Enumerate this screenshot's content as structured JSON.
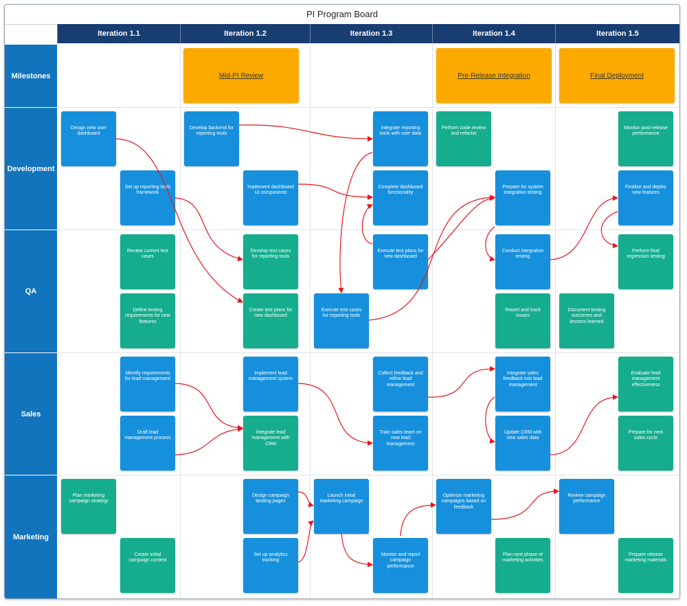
{
  "board": {
    "title": "PI Program Board",
    "iterations": [
      "Iteration 1.1",
      "Iteration 1.2",
      "Iteration 1.3",
      "Iteration 1.4",
      "Iteration 1.5"
    ],
    "lanes": [
      "Milestones",
      "Development",
      "QA",
      "Sales",
      "Marketing"
    ]
  },
  "milestones": [
    {
      "label": "Mid-PI Review"
    },
    {
      "label": "Pre-Release Integration"
    },
    {
      "label": "Final Deployment"
    }
  ],
  "cards": [
    {
      "label": "Design new user dashboard",
      "color": "blue"
    },
    {
      "label": "Develop backend for reporting tools",
      "color": "blue"
    },
    {
      "label": "Integrate reporting tools with user data",
      "color": "blue"
    },
    {
      "label": "Perform code review and refactor",
      "color": "green"
    },
    {
      "label": "Monitor post-release performance",
      "color": "green"
    },
    {
      "label": "Set up reporting tools framework",
      "color": "blue"
    },
    {
      "label": "Implement dashboard UI components",
      "color": "blue"
    },
    {
      "label": "Complete dashboard functionality",
      "color": "blue"
    },
    {
      "label": "Prepare for system integration testing",
      "color": "blue"
    },
    {
      "label": "Finalize and deploy new features",
      "color": "blue"
    },
    {
      "label": "Review current test cases",
      "color": "green"
    },
    {
      "label": "Develop test cases for reporting tools",
      "color": "green"
    },
    {
      "label": "Execute test plans for new dashboard",
      "color": "blue"
    },
    {
      "label": "Conduct integration testing",
      "color": "blue"
    },
    {
      "label": "Perform final regression testing",
      "color": "green"
    },
    {
      "label": "Define testing requirements for new features",
      "color": "green"
    },
    {
      "label": "Create test plans for new dashboard",
      "color": "green"
    },
    {
      "label": "Execute test cases for reporting tools",
      "color": "blue"
    },
    {
      "label": "Report and track issues",
      "color": "green"
    },
    {
      "label": "Document testing outcomes and lessons learned",
      "color": "green"
    },
    {
      "label": "Identify requirements for lead management",
      "color": "blue"
    },
    {
      "label": "Implement lead management system",
      "color": "blue"
    },
    {
      "label": "Collect feedback and refine lead management",
      "color": "blue"
    },
    {
      "label": "Integrate sales feedback into lead management",
      "color": "blue"
    },
    {
      "label": "Evaluate lead management effectiveness",
      "color": "green"
    },
    {
      "label": "Draft lead management process",
      "color": "blue"
    },
    {
      "label": "Integrate lead management with CRM",
      "color": "green"
    },
    {
      "label": "Train sales team on new lead management",
      "color": "blue"
    },
    {
      "label": "Update CRM with new sales data",
      "color": "blue"
    },
    {
      "label": "Prepare for next sales cycle",
      "color": "green"
    },
    {
      "label": "Plan marketing campaign strategy",
      "color": "green"
    },
    {
      "label": "Design campaign landing pages",
      "color": "blue"
    },
    {
      "label": "Launch initial marketing campaign",
      "color": "blue"
    },
    {
      "label": "Optimize marketing campaigns based on feedback",
      "color": "blue"
    },
    {
      "label": "Review campaign performance",
      "color": "blue"
    },
    {
      "label": "Create initial campaign content",
      "color": "green"
    },
    {
      "label": "Set up analytics tracking",
      "color": "blue"
    },
    {
      "label": "Monitor and report campaign performance",
      "color": "blue"
    },
    {
      "label": "Plan next phase of marketing activities",
      "color": "green"
    },
    {
      "label": "Prepare release marketing materials",
      "color": "green"
    }
  ],
  "colors": {
    "header_dark_blue": "#183d70",
    "lane_blue": "#1174bd",
    "card_blue": "#1690dc",
    "card_green": "#15ad8e",
    "milestone_orange": "#fcaa00",
    "connector_red": "#e8141c"
  }
}
